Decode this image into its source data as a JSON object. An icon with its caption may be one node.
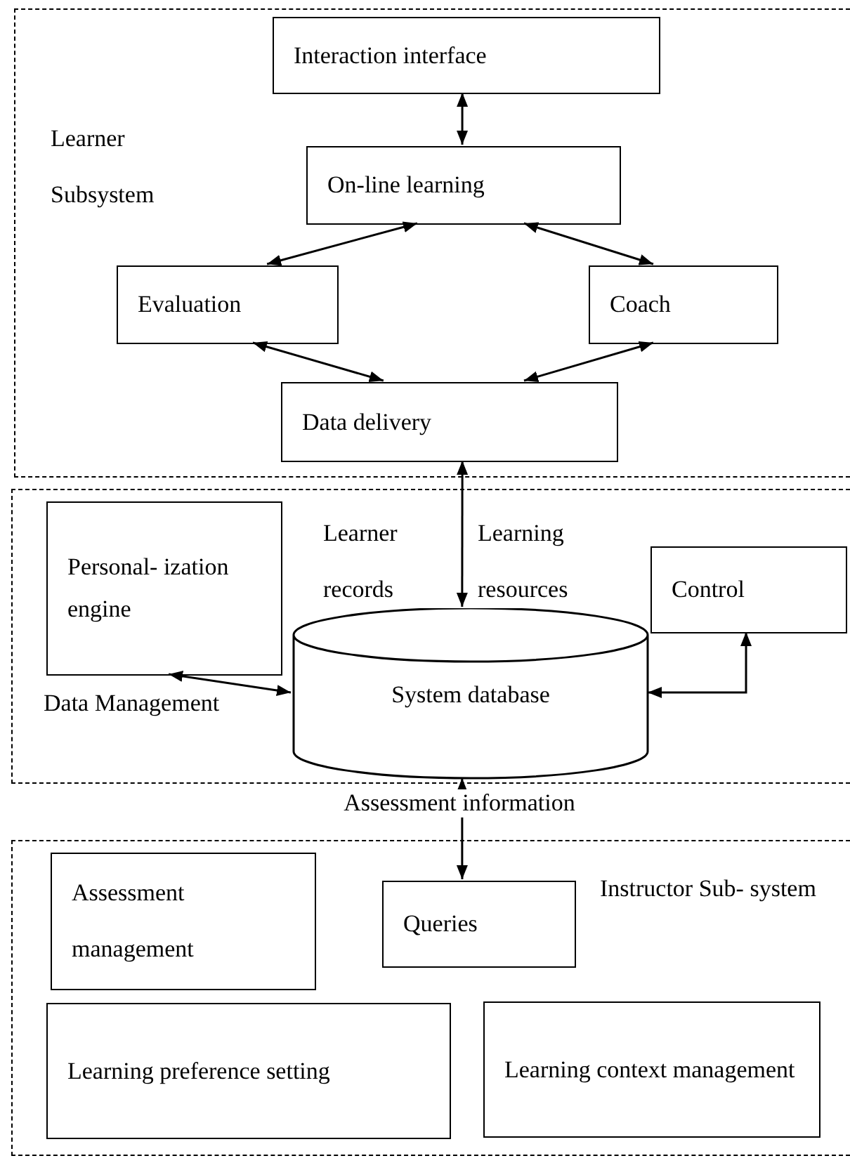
{
  "diagram": {
    "nodes": [
      {
        "text": [
          "Learner Subsystem"
        ]
      },
      {
        "text": [
          "Interaction interface"
        ],
        "in": 0
      },
      {
        "text": [
          "On-line learning"
        ],
        "in": 0
      },
      {
        "text": [
          "Evaluation"
        ],
        "in": 0
      },
      {
        "text": [
          "Coach"
        ],
        "in": 0
      },
      {
        "text": [
          "Data delivery"
        ],
        "in": 0
      },
      {
        "text": [
          "Data Management"
        ]
      },
      {
        "text": [
          "Personal- ization engine"
        ],
        "in": 6
      },
      {
        "text": [
          "System database"
        ],
        "in": 6
      },
      {
        "text": [
          "Control"
        ],
        "in": 6
      },
      {
        "text": [
          "Instructor Sub- system"
        ]
      },
      {
        "text": [
          "Assessment management"
        ],
        "in": 10
      },
      {
        "text": [
          "Queries"
        ],
        "in": 10
      },
      {
        "text": [
          "Learning preference setting"
        ],
        "in": 10
      },
      {
        "text": [
          "Learning context management"
        ],
        "in": 10
      }
    ],
    "edges": [
      {
        "from": 1,
        "to": 2,
        "arrow": "both"
      },
      {
        "from": 2,
        "to": 3,
        "arrow": "both"
      },
      {
        "from": 2,
        "to": 4,
        "arrow": "both"
      },
      {
        "from": 3,
        "to": 5,
        "arrow": "both"
      },
      {
        "from": 4,
        "to": 5,
        "arrow": "both"
      },
      {
        "from": 5,
        "to": 8,
        "arrow": "both"
      },
      {
        "from": 7,
        "to": 8,
        "arrow": "both"
      },
      {
        "from": 8,
        "to": 9,
        "arrow": "both"
      },
      {
        "from": 8,
        "to": 12,
        "arrow": "both",
        "label": "Assessment information"
      }
    ],
    "labels": [
      "Learner records",
      "Learning resources"
    ]
  }
}
